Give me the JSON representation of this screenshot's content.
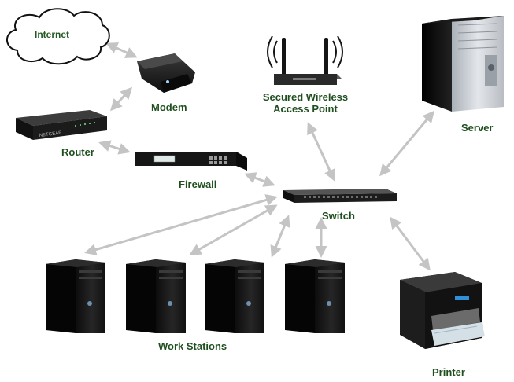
{
  "nodes": {
    "internet": "Internet",
    "modem": "Modem",
    "router": "Router",
    "router_brand": "NETGEAR",
    "firewall": "Firewall",
    "access_point_line1": "Secured Wireless",
    "access_point_line2": "Access Point",
    "server": "Server",
    "switch": "Switch",
    "printer": "Printer",
    "workstations": "Work Stations"
  },
  "colors": {
    "label": "#1f4f1f",
    "connector": "#c4c4c4",
    "device_dark": "#1a1a1a",
    "server_silver": "#c9ccd1",
    "cloud_outline": "#111111"
  }
}
